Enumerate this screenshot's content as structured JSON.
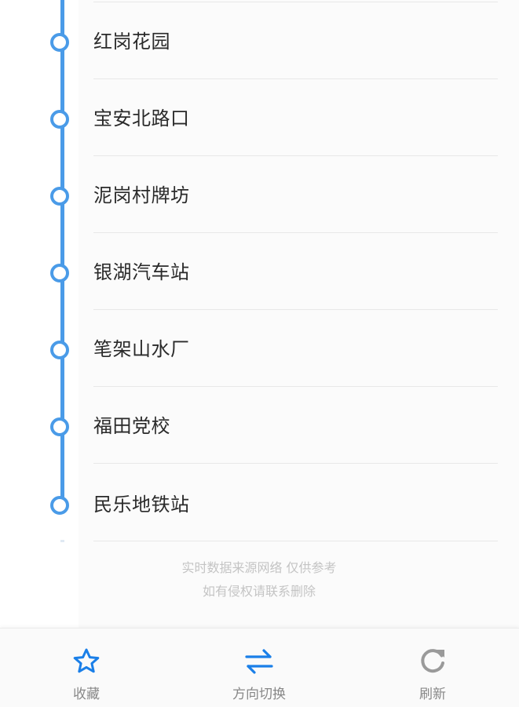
{
  "route": {
    "stops": [
      {
        "name": "红岗花园"
      },
      {
        "name": "宝安北路口"
      },
      {
        "name": "泥岗村牌坊"
      },
      {
        "name": "银湖汽车站"
      },
      {
        "name": "笔架山水厂"
      },
      {
        "name": "福田党校"
      },
      {
        "name": "民乐地铁站"
      }
    ]
  },
  "footer": {
    "line1": "实时数据来源网络 仅供参考",
    "line2": "如有侵权请联系删除"
  },
  "bottom_bar": {
    "favorite": {
      "label": "收藏",
      "icon": "star-icon",
      "color": "#1a7fe8"
    },
    "switch_direction": {
      "label": "方向切换",
      "icon": "swap-arrows-icon",
      "color": "#1a7fe8"
    },
    "refresh": {
      "label": "刷新",
      "icon": "refresh-icon",
      "color": "#9a9a9a"
    }
  },
  "colors": {
    "route_line": "#4a9be8",
    "stop_text": "#2a2a2a",
    "footer_text": "#c4c4c4",
    "accent": "#1a7fe8"
  }
}
